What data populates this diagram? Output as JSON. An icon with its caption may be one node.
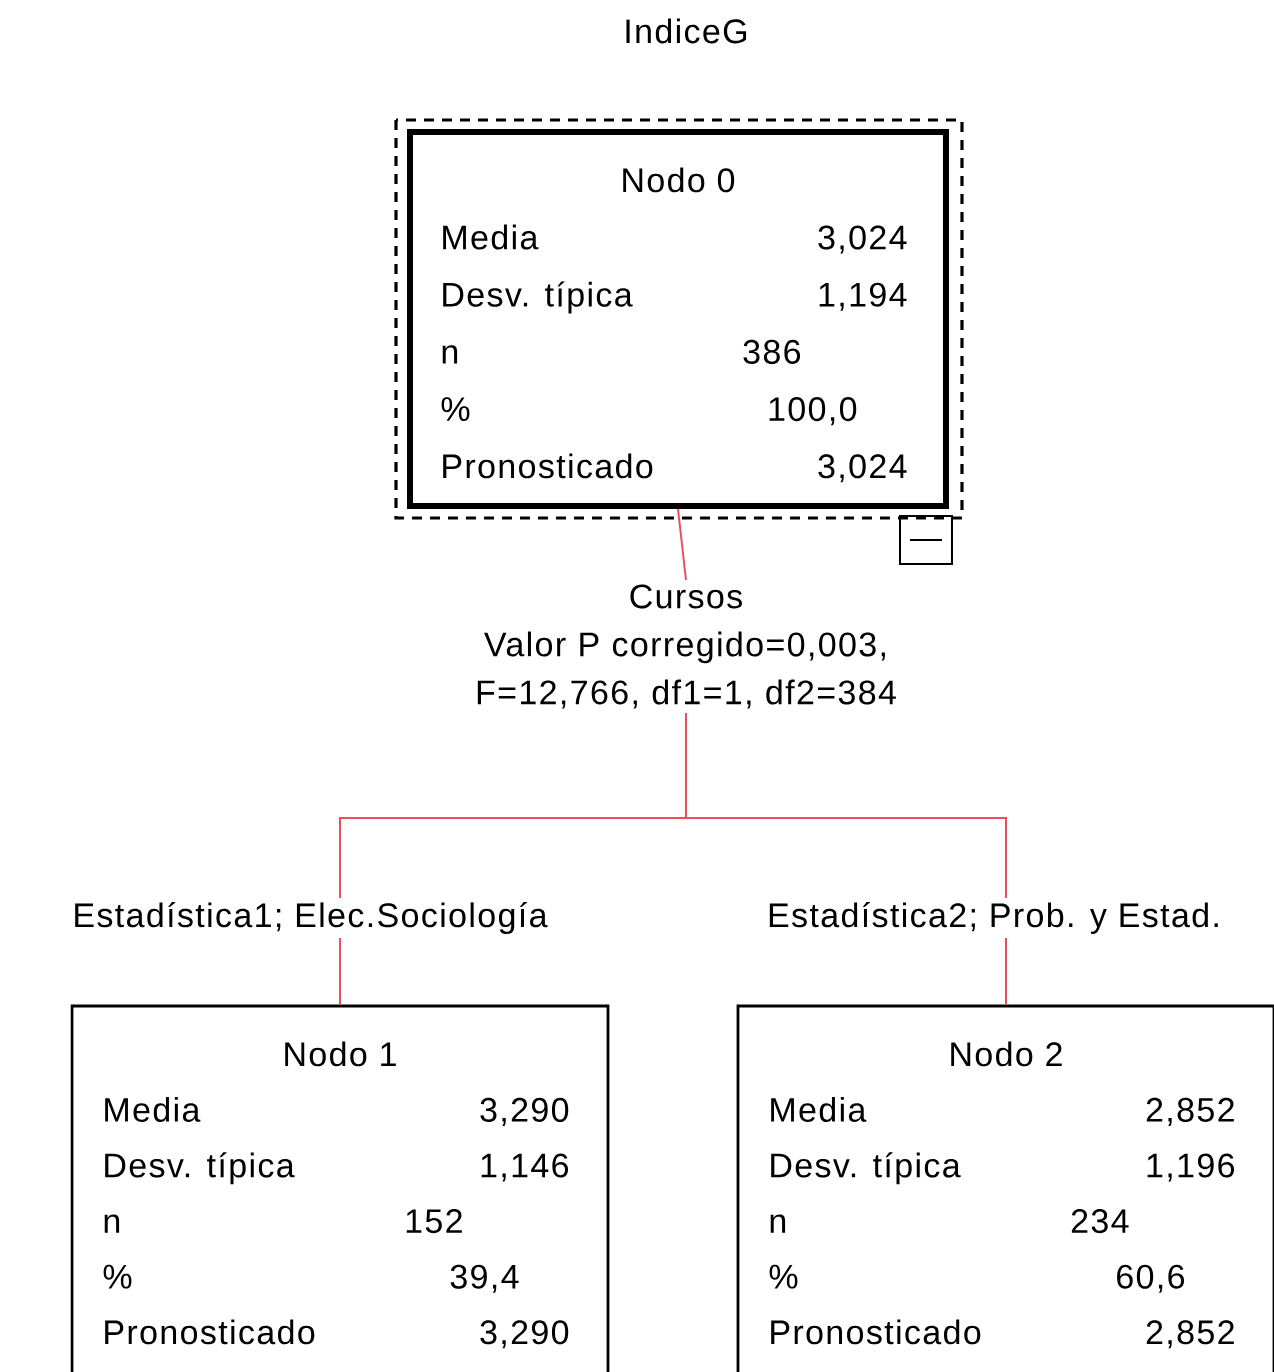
{
  "diagram": {
    "nodes": [
      {
        "text": [
          "Nodo 0",
          "Media",
          "3,024",
          "Desv. típica",
          "1,194",
          "n",
          "386",
          "%",
          "100,0",
          "Pronosticado",
          "3,024"
        ]
      },
      {
        "text": [
          "Nodo 1",
          "Media",
          "3,290",
          "Desv. típica",
          "1,146",
          "n",
          "152",
          "%",
          "39,4",
          "Pronosticado",
          "3,290"
        ]
      },
      {
        "text": [
          "Nodo 2",
          "Media",
          "2,852",
          "Desv. típica",
          "1,196",
          "n",
          "234",
          "%",
          "60,6",
          "Pronosticado",
          "2,852"
        ]
      },
      {
        "text": [
          "Cursos",
          "Valor P corregido=0,003, F=12,766, df1=1, df2=384"
        ]
      }
    ],
    "edges": [
      {
        "from": 0,
        "to": 3,
        "arrow": "none"
      },
      {
        "from": 3,
        "to": 1,
        "arrow": "none",
        "label": "Estadística1; Elec.Sociología"
      },
      {
        "from": 3,
        "to": 2,
        "arrow": "none",
        "label": "Estadística2; Prob. y Estad."
      }
    ],
    "labels": [
      "IndiceG"
    ]
  }
}
